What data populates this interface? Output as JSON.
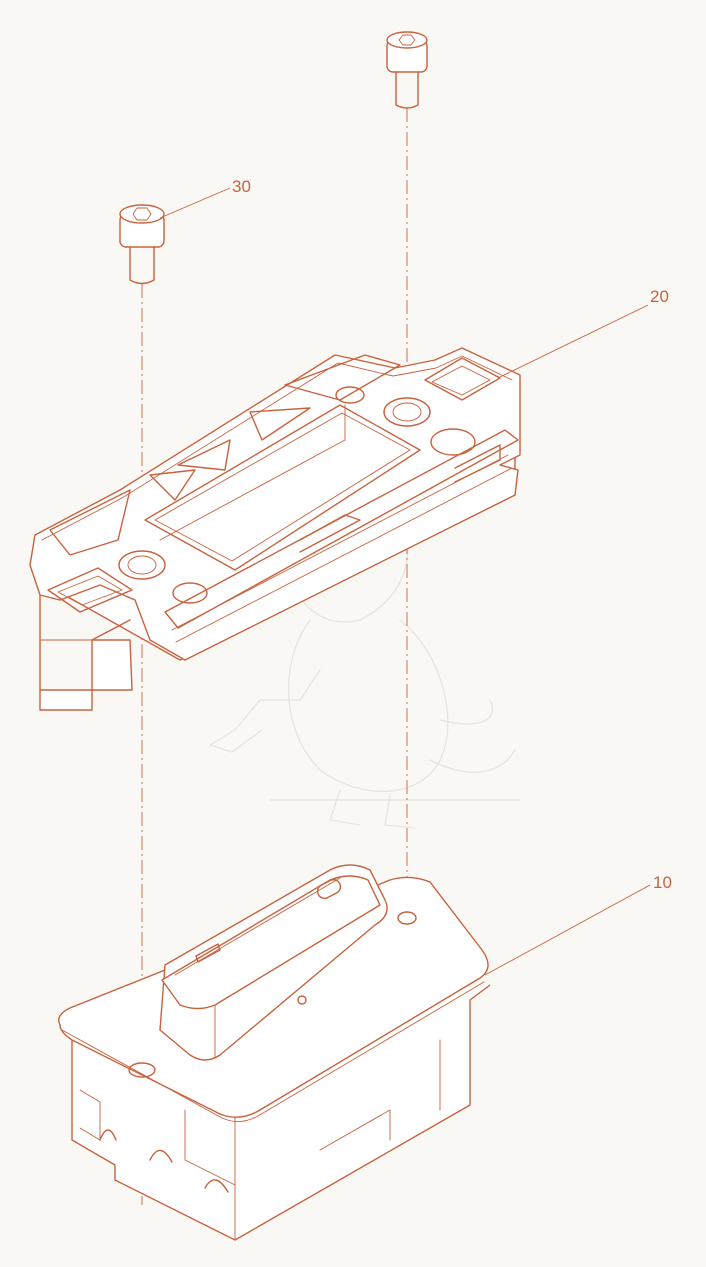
{
  "callouts": {
    "screw": "30",
    "frame": "20",
    "base": "10"
  },
  "colors": {
    "line": "#c8623e",
    "background": "#faf8f5",
    "watermark": "#e8e3dc"
  }
}
